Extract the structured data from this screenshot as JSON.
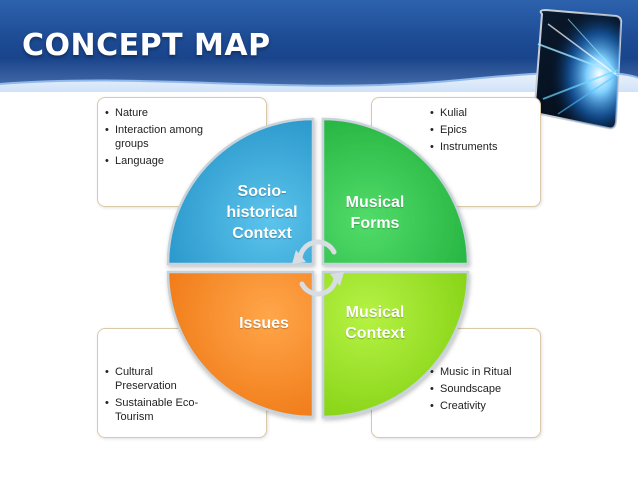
{
  "slide": {
    "title": "CONCEPT MAP"
  },
  "quadrants": {
    "top_left": {
      "label": "Socio-historical Context",
      "color": "#33a3d3"
    },
    "top_right": {
      "label": "Musical Forms",
      "color": "#2ec84a"
    },
    "bottom_left": {
      "label": "Issues",
      "color": "#f58a1f"
    },
    "bottom_right": {
      "label": "Musical Context",
      "color": "#95e21c"
    }
  },
  "notes": {
    "top_left": {
      "items": [
        "Nature",
        "Interaction among groups",
        "Language"
      ]
    },
    "top_right": {
      "items": [
        "Kulial",
        "Epics",
        "Instruments"
      ]
    },
    "bottom_left": {
      "items": [
        "Cultural Preservation",
        "Sustainable Eco-Tourism"
      ]
    },
    "bottom_right": {
      "items": [
        "Music in Ritual",
        "Soundscape",
        "Creativity"
      ]
    }
  },
  "colors": {
    "header": "#1c4a93",
    "note_border": "#d9c9a8",
    "cycle_arrows": "#d7dde2"
  },
  "icons": {
    "center": "cycle-arrows-icon",
    "corner": "light-burst-graphic"
  }
}
